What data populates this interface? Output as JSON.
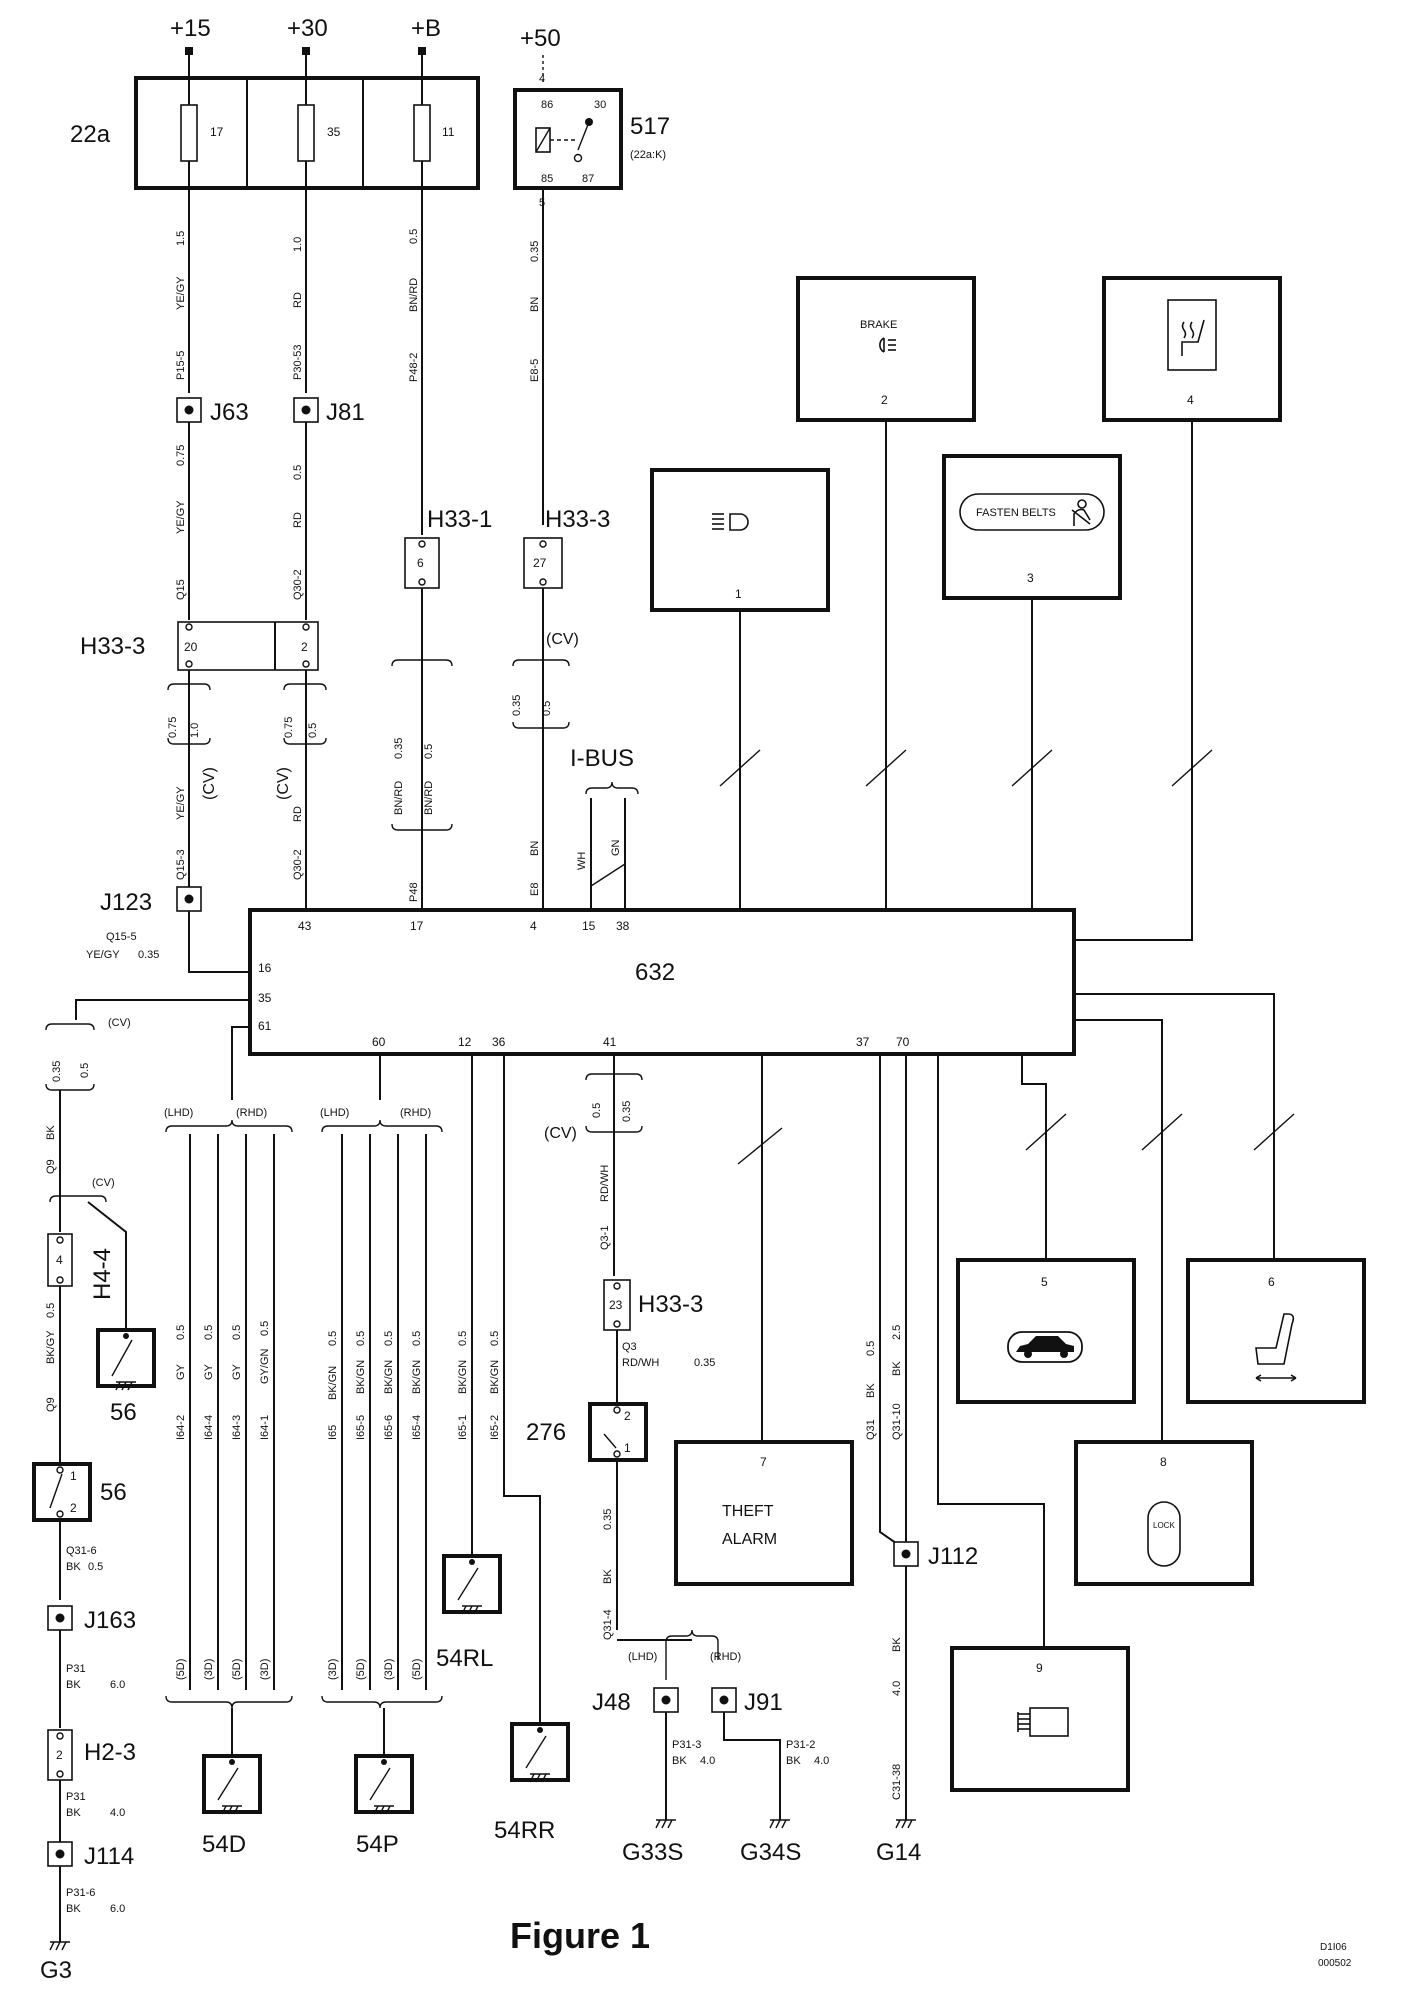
{
  "supplies": {
    "p15": "+15",
    "p30": "+30",
    "pB": "+B",
    "p50": "+50"
  },
  "fuse_box": {
    "label": "22a",
    "fuses": [
      "17",
      "35",
      "11"
    ]
  },
  "relay": {
    "id": "517",
    "sub": "(22a:K)",
    "pins": [
      "86",
      "30",
      "85",
      "87"
    ],
    "top_pin": "4",
    "bottom_pin": "5"
  },
  "module": {
    "id": "632",
    "pins_top": [
      "43",
      "17",
      "4",
      "15",
      "38"
    ],
    "pins_left": [
      "16",
      "35",
      "61"
    ],
    "pins_bottom": [
      "60",
      "12",
      "36",
      "41",
      "37",
      "70"
    ]
  },
  "connectors": {
    "j63": "J63",
    "j81": "J81",
    "h33_1": "H33-1",
    "h33_1_pin": "6",
    "h33_3_top": "H33-3",
    "h33_3_top_pin": "27",
    "h33_3_left": "H33-3",
    "h33_3_left_pins": [
      "20",
      "2"
    ],
    "h33_3_mid": "H33-3",
    "h33_3_mid_pin": "23",
    "j123": "J123",
    "h4_4": "H4-4",
    "h4_4_pin": "4",
    "j163": "J163",
    "h2_3": "H2-3",
    "h2_3_pin": "2",
    "j114": "J114",
    "j112": "J112",
    "j48": "J48",
    "j91": "J91"
  },
  "switches": {
    "s56_top": "56",
    "s56": "56",
    "s56_pins": [
      "1",
      "2"
    ],
    "s276": "276",
    "s276_pins": [
      "2",
      "1"
    ],
    "s54d": "54D",
    "s54p": "54P",
    "s54rl": "54RL",
    "s54rr": "54RR"
  },
  "grounds": {
    "g3": "G3",
    "g33s": "G33S",
    "g34s": "G34S",
    "g14": "G14"
  },
  "ibus": "I-BUS",
  "wires": {
    "w1": [
      "P15-5",
      "YE/GY",
      "1.5"
    ],
    "w2": [
      "P30-53",
      "RD",
      "1.0"
    ],
    "w3": [
      "P48-2",
      "BN/RD",
      "0.5"
    ],
    "w4": [
      "E8-5",
      "BN",
      "0.35"
    ],
    "w5": [
      "Q15",
      "YE/GY",
      "0.75"
    ],
    "w6": [
      "Q30-2",
      "RD",
      "0.5"
    ],
    "cv": "(CV)",
    "w7": [
      "0.75",
      "1.0",
      "Q15-3",
      "YE/GY"
    ],
    "w8": [
      "0.75",
      "0.5",
      "Q30-2",
      "RD"
    ],
    "w9": [
      "BN/RD",
      "0.35",
      "BN/RD",
      "0.5",
      "P48"
    ],
    "w10": [
      "0.35",
      "0.5",
      "BN",
      "E8"
    ],
    "ibus_wires": [
      "WH",
      "GN"
    ],
    "w11": [
      "Q15-5",
      "YE/GY",
      "0.35"
    ],
    "w12": [
      "0.35",
      "0.5",
      "BK",
      "Q9"
    ],
    "w13": [
      "Q9",
      "BK/GY",
      "0.5"
    ],
    "w14": [
      "Q31-6",
      "BK",
      "0.5"
    ],
    "w15": [
      "P31",
      "BK",
      "6.0"
    ],
    "w16": [
      "P31",
      "BK",
      "4.0"
    ],
    "w17": [
      "P31-6",
      "BK",
      "6.0"
    ],
    "lhd": "(LHD)",
    "rhd": "(RHD)",
    "d_wires": [
      [
        "I64-2",
        "GY",
        "0.5"
      ],
      [
        "I64-4",
        "GY",
        "0.5"
      ],
      [
        "I64-3",
        "GY",
        "0.5"
      ],
      [
        "I64-1",
        "GY/GN",
        "0.5"
      ]
    ],
    "p_wires": [
      [
        "I65",
        "BK/GN",
        "0.5"
      ],
      [
        "I65-5",
        "BK/GN",
        "0.5"
      ],
      [
        "I65-6",
        "BK/GN",
        "0.5"
      ],
      [
        "I65-4",
        "BK/GN",
        "0.5"
      ]
    ],
    "d_doors": [
      "(5D)",
      "(3D)",
      "(5D)",
      "(3D)"
    ],
    "p_doors": [
      "(3D)",
      "(5D)",
      "(3D)",
      "(5D)"
    ],
    "rl": [
      "I65-1",
      "BK/GN",
      "0.5"
    ],
    "rr": [
      "I65-2",
      "BK/GN",
      "0.5"
    ],
    "w18": [
      "0.5",
      "0.35",
      "RD/WH",
      "Q3-1"
    ],
    "w19": [
      "Q3",
      "RD/WH",
      "0.35"
    ],
    "w20": [
      "0.35",
      "BK",
      "Q31-4"
    ],
    "w21": [
      "P31-3",
      "BK",
      "4.0"
    ],
    "w22": [
      "P31-2",
      "BK",
      "4.0"
    ],
    "w23": [
      "Q31",
      "BK",
      "0.5"
    ],
    "w24": [
      "Q31-10",
      "BK",
      "2.5"
    ],
    "w25": [
      "4.0",
      "BK",
      "C31-38"
    ]
  },
  "panels": {
    "p1": "1",
    "p2": "2",
    "p2_text": "BRAKE",
    "p3": "3",
    "p3_text": "FASTEN BELTS",
    "p4": "4",
    "p5": "5",
    "p6": "6",
    "p7": "7",
    "p7_text1": "THEFT",
    "p7_text2": "ALARM",
    "p8": "8",
    "p8_text": "LOCK",
    "p9": "9"
  },
  "figure_caption": "Figure 1",
  "doc_code": [
    "D1I06",
    "000502"
  ]
}
